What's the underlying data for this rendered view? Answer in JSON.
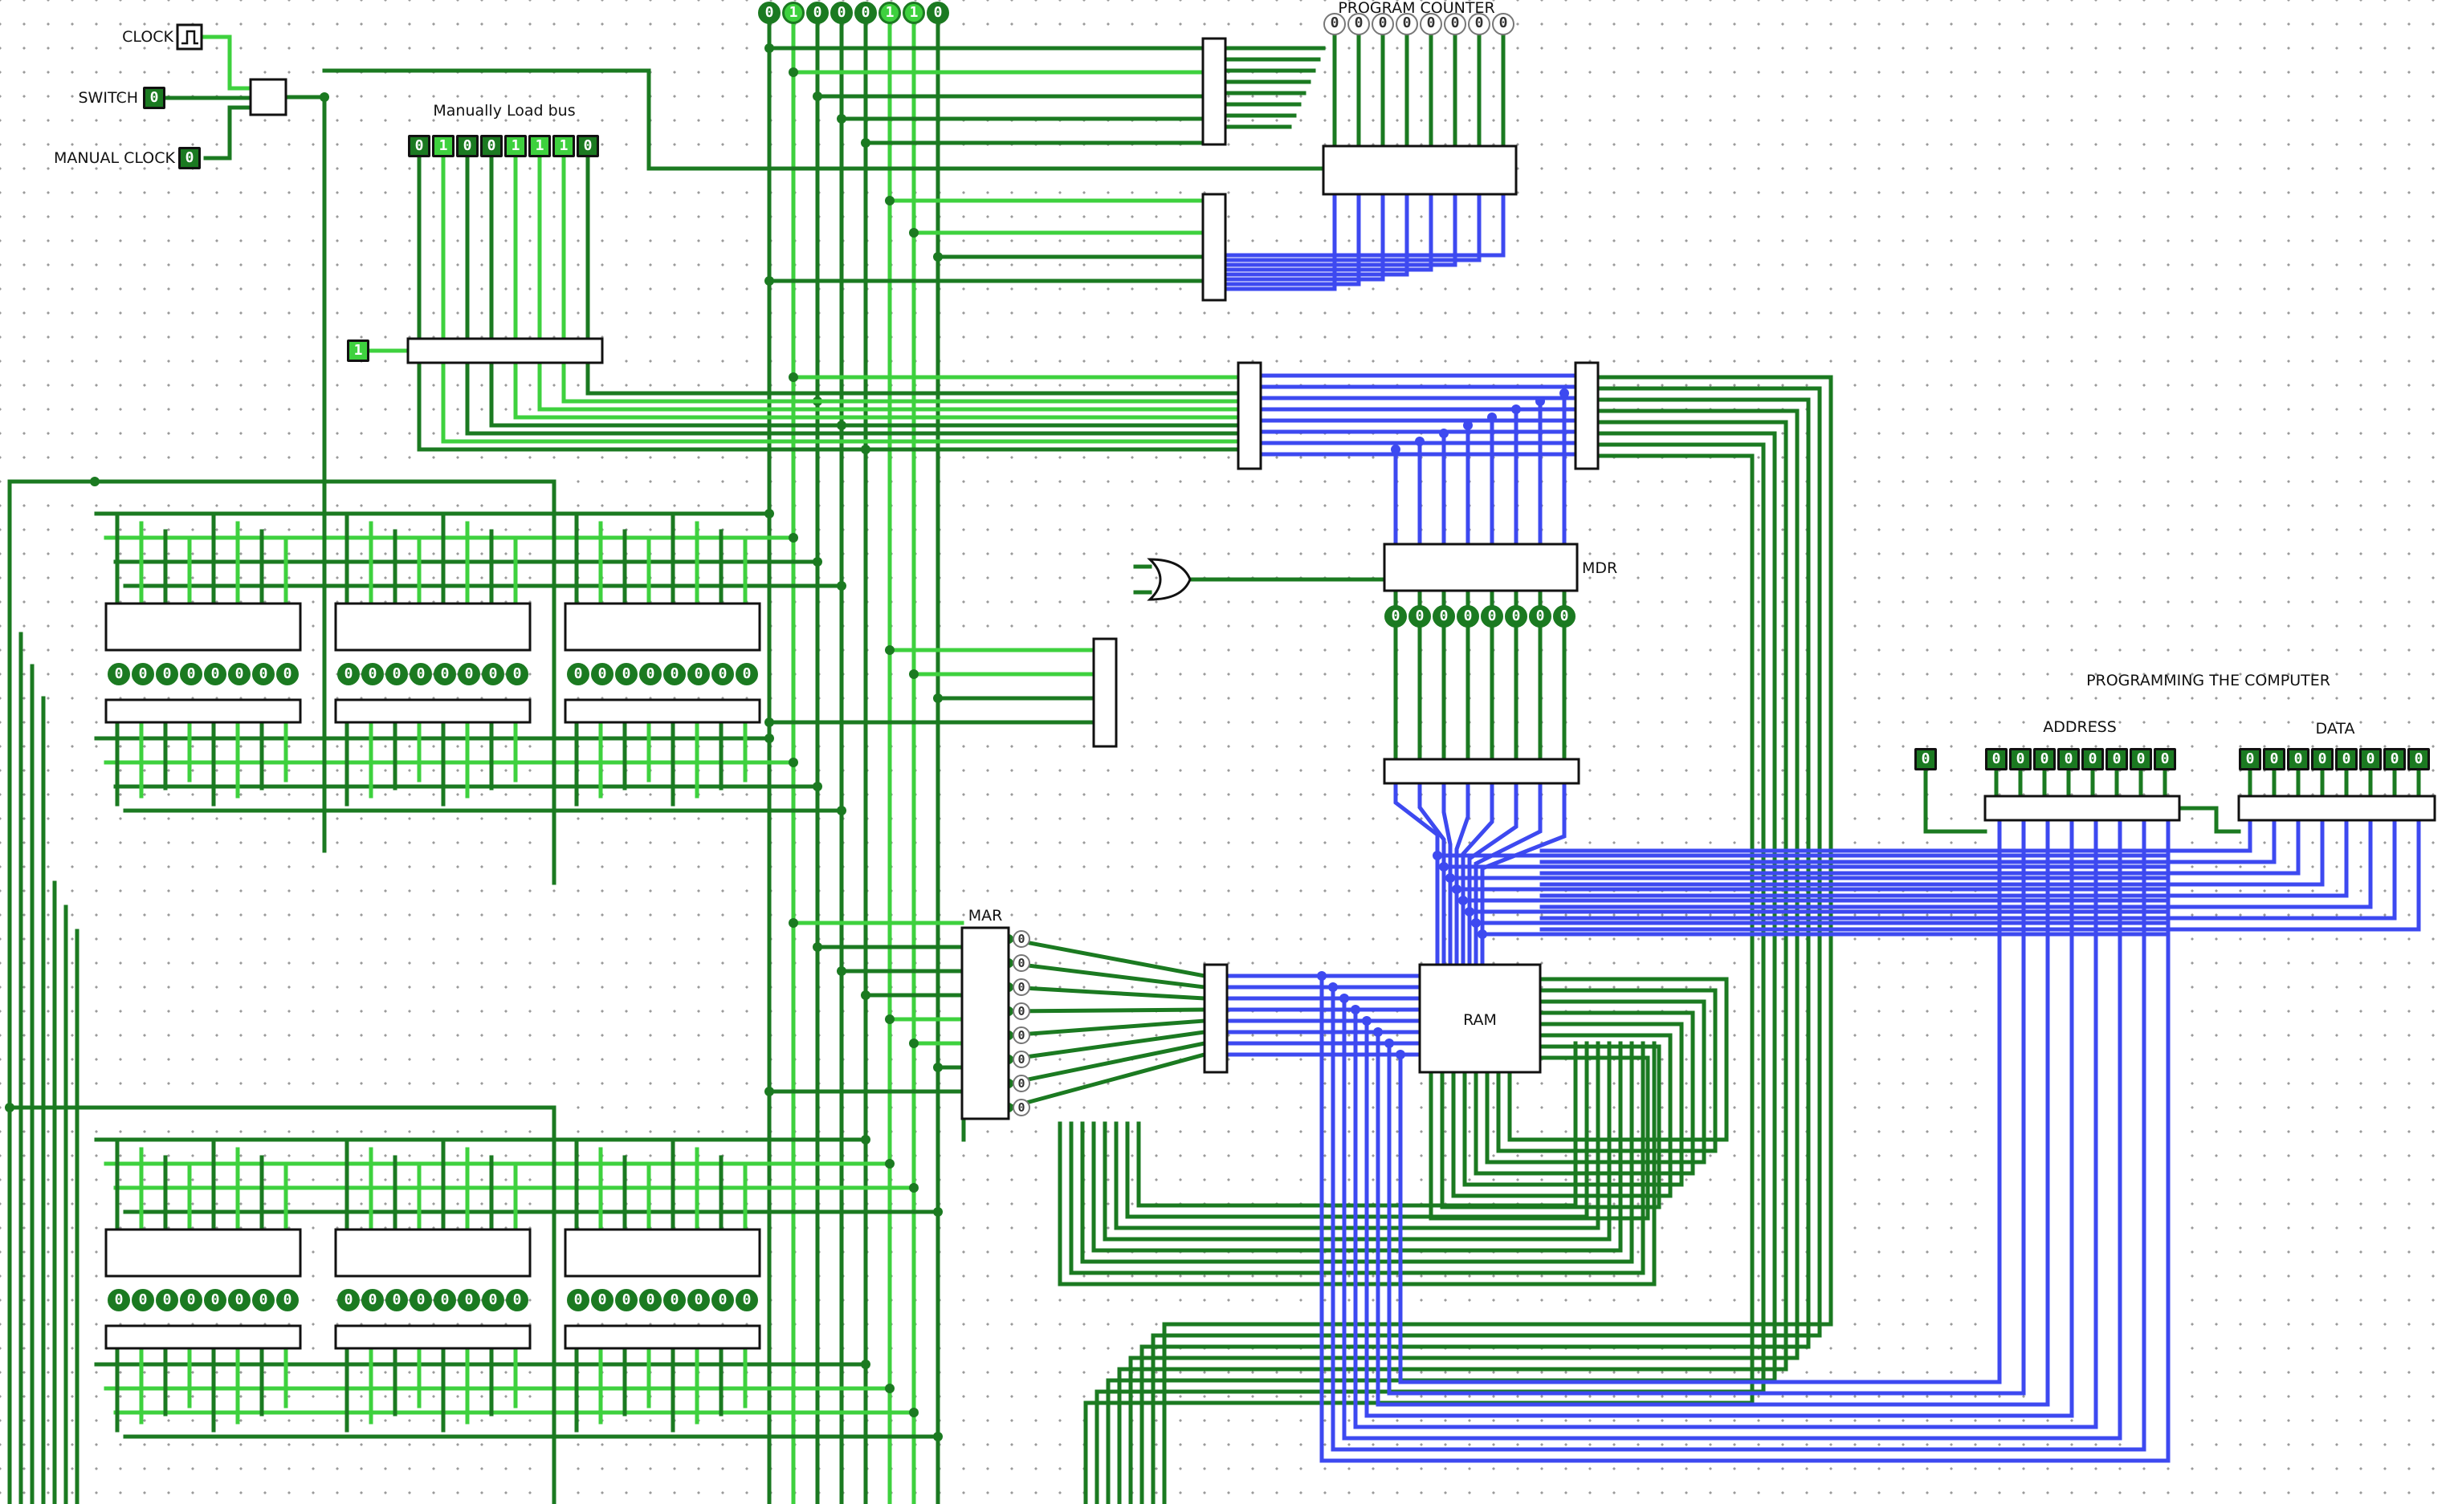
{
  "labels": {
    "clock": "CLOCK",
    "switch": "SWITCH",
    "manual_clock": "MANUAL CLOCK",
    "manually_load_bus": "Manually Load bus",
    "program_counter": "PROGRAM COUNTER",
    "mdr": "MDR",
    "mar": "MAR",
    "ram": "RAM",
    "programming": "PROGRAMMING THE COMPUTER",
    "address": "ADDRESS",
    "data": "DATA"
  },
  "inputs": {
    "switch_value": "0",
    "manual_clock_value": "0",
    "load_enable_value": "1",
    "prog_enable_value": "0",
    "bus_bits": [
      "0",
      "1",
      "0",
      "0",
      "0",
      "1",
      "1",
      "0"
    ],
    "manual_bus_bits": [
      "0",
      "1",
      "0",
      "0",
      "1",
      "1",
      "1",
      "0"
    ],
    "program_counter_bits": [
      "0",
      "0",
      "0",
      "0",
      "0",
      "0",
      "0",
      "0"
    ],
    "mdr_bits": [
      "0",
      "0",
      "0",
      "0",
      "0",
      "0",
      "0",
      "0"
    ],
    "mar_bits": [
      "0",
      "0",
      "0",
      "0",
      "0",
      "0",
      "0",
      "0"
    ],
    "register_bits": [
      [
        "0",
        "0",
        "0",
        "0",
        "0",
        "0",
        "0",
        "0"
      ],
      [
        "0",
        "0",
        "0",
        "0",
        "0",
        "0",
        "0",
        "0"
      ],
      [
        "0",
        "0",
        "0",
        "0",
        "0",
        "0",
        "0",
        "0"
      ],
      [
        "0",
        "0",
        "0",
        "0",
        "0",
        "0",
        "0",
        "0"
      ],
      [
        "0",
        "0",
        "0",
        "0",
        "0",
        "0",
        "0",
        "0"
      ],
      [
        "0",
        "0",
        "0",
        "0",
        "0",
        "0",
        "0",
        "0"
      ]
    ],
    "address_bits": [
      "0",
      "0",
      "0",
      "0",
      "0",
      "0",
      "0",
      "0"
    ],
    "data_bits": [
      "0",
      "0",
      "0",
      "0",
      "0",
      "0",
      "0",
      "0"
    ]
  },
  "colors": {
    "wire_off": "#1b7a21",
    "wire_on": "#3ed13e",
    "wire_bus": "#3d49f0",
    "background": "#ffffff",
    "grid_dot": "#9a9a9a"
  }
}
